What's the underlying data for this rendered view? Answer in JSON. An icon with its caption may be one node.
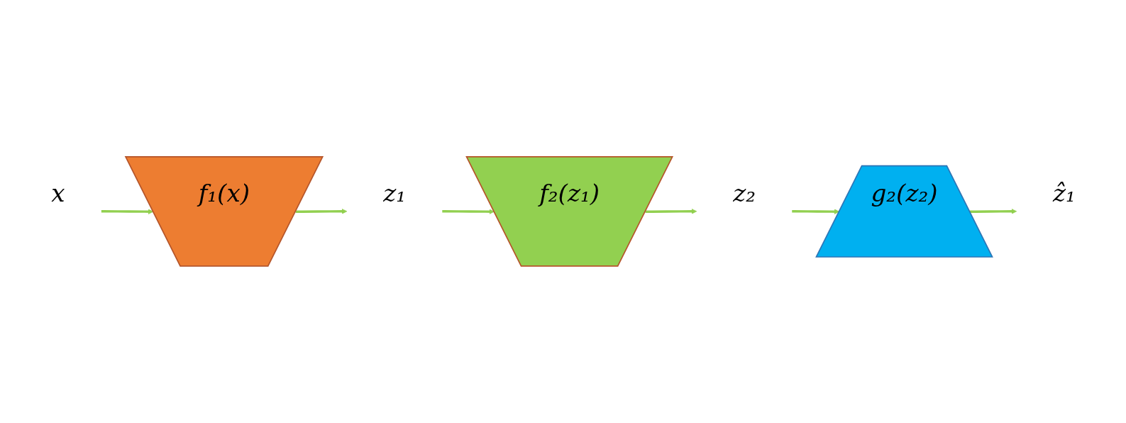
{
  "diagram": {
    "nodes": [
      {
        "text": [
          "x"
        ]
      },
      {
        "text": [
          "f₁(x)"
        ]
      },
      {
        "text": [
          "z₁"
        ]
      },
      {
        "text": [
          "f₂(z₁)"
        ]
      },
      {
        "text": [
          "z₂"
        ]
      },
      {
        "text": [
          "g₂(z₂)"
        ]
      },
      {
        "text": [
          "ẑ₁"
        ]
      }
    ],
    "edges": [
      {
        "from": 0,
        "to": 1,
        "arrow": "to"
      },
      {
        "from": 1,
        "to": 2,
        "arrow": "to"
      },
      {
        "from": 2,
        "to": 3,
        "arrow": "to"
      },
      {
        "from": 3,
        "to": 4,
        "arrow": "to"
      },
      {
        "from": 4,
        "to": 5,
        "arrow": "to"
      },
      {
        "from": 5,
        "to": 6,
        "arrow": "to"
      }
    ]
  }
}
